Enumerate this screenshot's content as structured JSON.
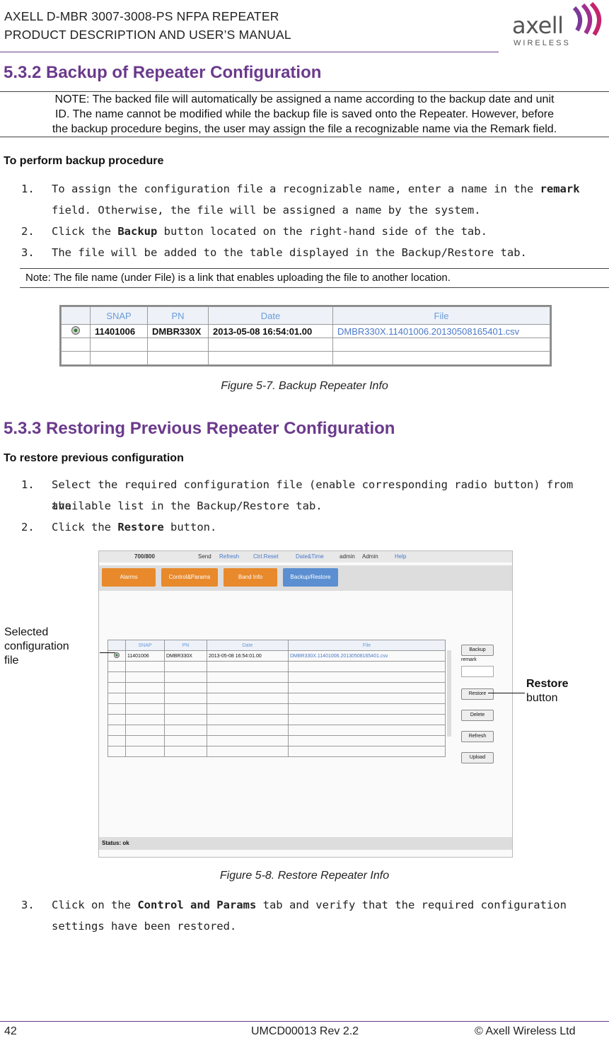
{
  "header": {
    "line1": "AXELL D-MBR 3007-3008-PS NFPA REPEATER",
    "line2": "PRODUCT DESCRIPTION AND USER’S MANUAL",
    "logo_text": "axell",
    "logo_sub": "WIRELESS"
  },
  "section1": {
    "title": "5.3.2   Backup of Repeater Configuration",
    "note_l1": "NOTE: The backed file will automatically be assigned a name according to the backup date and unit",
    "note_l2": "ID. The name cannot be modified while the backup file is saved onto the Repeater. However, before",
    "note_l3": "the backup procedure begins, the user may assign the file a recognizable name via the Remark field.",
    "proc_head": "To perform backup procedure",
    "steps": [
      {
        "num": "1.",
        "pre": "To assign the configuration file a recognizable name, enter a name in the ",
        "bold": "remark",
        "post": "",
        "l2": "field. Otherwise, the file will be assigned a name by the system."
      },
      {
        "num": "2.",
        "pre": "Click the ",
        "bold": "Backup",
        "post": " button located on the right-hand side of the tab."
      },
      {
        "num": "3.",
        "pre": "The file will be added to the table displayed in the Backup/Restore tab.",
        "bold": "",
        "post": ""
      }
    ],
    "note2": "Note: The file name (under File) is a link that enables uploading the file to another location.",
    "table": {
      "headers": [
        "",
        "SNAP",
        "PN",
        "Date",
        "File"
      ],
      "row": [
        "",
        "11401006",
        "DMBR330X",
        "2013-05-08 16:54:01.00",
        "DMBR330X.11401006.20130508165401.csv"
      ]
    },
    "caption": "Figure 5-7. Backup Repeater Info"
  },
  "section2": {
    "title": "5.3.3    Restoring Previous Repeater Configuration",
    "proc_head": "To restore previous configuration",
    "steps": [
      {
        "num": "1.",
        "l1": "Select the required configuration file (enable corresponding radio button) from the",
        "l2": "available list in the Backup/Restore tab."
      },
      {
        "num": "2.",
        "pre": "Click the ",
        "bold": "Restore",
        "post": " button."
      }
    ],
    "screenshot": {
      "topbar": [
        "700/800",
        "Send",
        "Refresh",
        "Ctrl.Reset",
        "Date&Time",
        "admin",
        "Admin",
        "Help"
      ],
      "tabs": [
        "Alarms",
        "Control&Params",
        "Band Info",
        "Backup/Restore"
      ],
      "headers": [
        "",
        "SNAP",
        "PN",
        "Date",
        "File"
      ],
      "row": [
        "",
        "11401006",
        "DMBR330X",
        "2013-05-08 16:54:01.00",
        "DMBR330X.11401006.20130508165401.csv"
      ],
      "buttons": [
        "Backup",
        "remark",
        "Restore",
        "Delete",
        "Refresh",
        "Upload"
      ],
      "status": "Status: ok"
    },
    "callout_selected": [
      "Selected",
      "configuration",
      "file"
    ],
    "callout_restore_bold": "Restore",
    "callout_restore": "button",
    "caption": "Figure 5-8. Restore Repeater Info",
    "step3": {
      "num": "3.",
      "pre": "Click on the ",
      "bold": "Control and Params",
      "post": " tab and verify that the required configuration",
      "l2": "settings have been restored."
    }
  },
  "footer": {
    "page": "42",
    "doc": "UMCD00013 Rev 2.2",
    "company": "© Axell Wireless Ltd"
  }
}
